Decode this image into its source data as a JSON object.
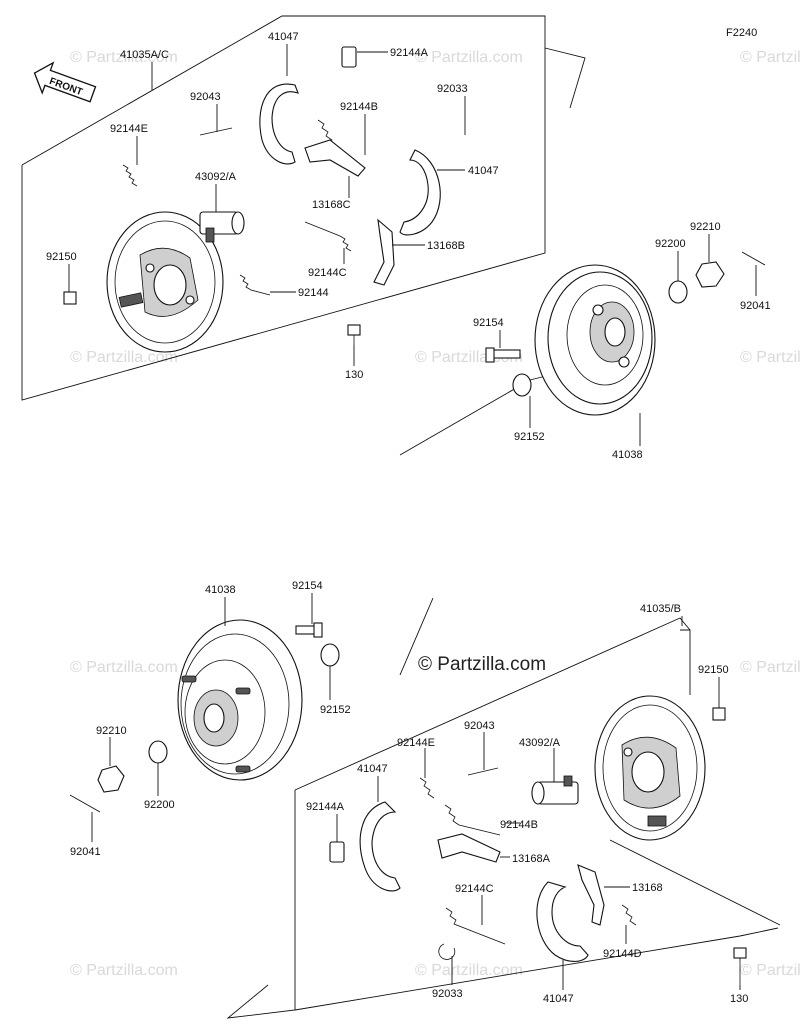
{
  "figure_code": "F2240",
  "front_label": "FRONT",
  "watermark_main": "© Partzilla.com",
  "watermark_faint": "© Partzilla.com",
  "labels": {
    "top_assy": "41035A/C",
    "top_shoe_a": "41047",
    "top_spring_a": "92144A",
    "top_pin": "92043",
    "top_spring_b": "92144B",
    "top_clip": "92033",
    "top_spring_e": "92144E",
    "top_cylinder": "43092/A",
    "top_shoe_b": "41047",
    "top_lever_c": "13168C",
    "top_lever_b": "13168B",
    "top_bolt_150": "92150",
    "top_spring_c": "92144C",
    "top_spring": "92144",
    "top_bleeder": "130",
    "top_washer_200": "92200",
    "top_nut_210": "92210",
    "top_cotter": "92041",
    "top_bolt_154": "92154",
    "top_washer_152": "92152",
    "top_drum": "41038",
    "bot_drum": "41038",
    "bot_bolt_154": "92154",
    "bot_assy": "41035/B",
    "bot_bolt_150": "92150",
    "bot_washer_152": "92152",
    "bot_nut_210": "92210",
    "bot_washer_200": "92200",
    "bot_cotter": "92041",
    "bot_pin": "92043",
    "bot_spring_e": "92144E",
    "bot_cylinder": "43092/A",
    "bot_shoe_a": "41047",
    "bot_spring_a": "92144A",
    "bot_spring_b": "92144B",
    "bot_lever_a": "13168A",
    "bot_spring_c": "92144C",
    "bot_lever": "13168",
    "bot_spring_d": "92144D",
    "bot_clip": "92033",
    "bot_shoe_b": "41047",
    "bot_bleeder": "130"
  }
}
